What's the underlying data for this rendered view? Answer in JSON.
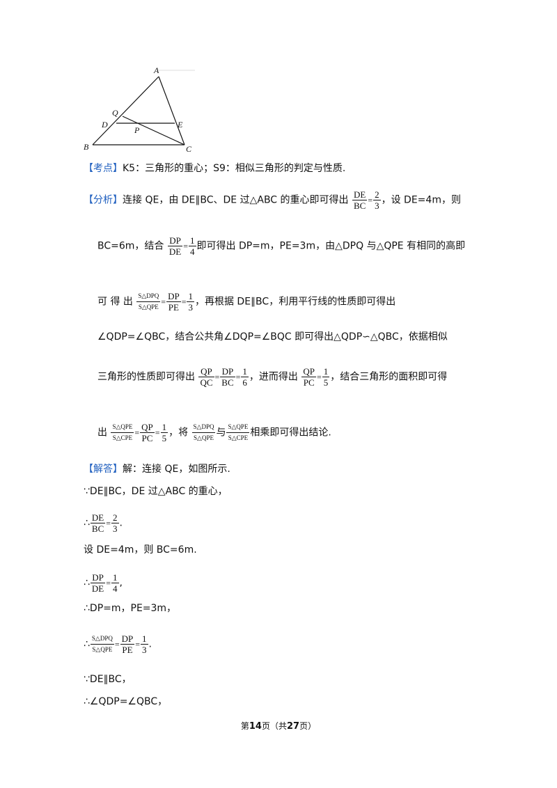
{
  "figure": {
    "labels": {
      "A": "A",
      "Q": "Q",
      "D": "D",
      "E": "E",
      "P": "P",
      "B": "B",
      "C": "C"
    }
  },
  "kaodian": {
    "tag": "【考点】",
    "text": "K5：三角形的重心；S9：相似三角形的判定与性质."
  },
  "fenxi": {
    "tag": "【分析】",
    "l1a": "连接 QE，由 DE∥BC、DE 过△ABC 的重心即可得出",
    "l1b": "，设 DE=4m，则",
    "l2a": "BC=6m，结合",
    "l2b": "即可得出 DP=m，PE=3m，由△DPQ 与△QPE 有相同的高即",
    "l3a": "可 得 出",
    "l3b": "，再根据 DE∥BC，利用平行线的性质即可得出",
    "l4": "∠QDP=∠QBC，结合公共角∠DQP=∠BQC 即可得出△QDP∽△QBC，依据相似",
    "l5a": "三角形的性质即可得出",
    "l5b": "，进而得出",
    "l5c": "，结合三角形的面积即可得",
    "l6a": "出",
    "l6b": "，将",
    "l6c": "与",
    "l6d": "相乘即可得出结论."
  },
  "jieda": {
    "tag": "【解答】",
    "s1": "解：连接 QE，如图所示.",
    "s2": "∵DE∥BC，DE 过△ABC 的重心，",
    "s3": "∴",
    "s4": "设 DE=4m，则 BC=6m.",
    "s5": "∴",
    "s6": "∴DP=m，PE=3m，",
    "s7": "∴",
    "s8": "∵DE∥BC，",
    "s9": "∴∠QDP=∠QBC，"
  },
  "fracs": {
    "de_bc": {
      "n": "DE",
      "d": "BC"
    },
    "two_three": {
      "n": "2",
      "d": "3"
    },
    "dp_de": {
      "n": "DP",
      "d": "DE"
    },
    "one_four": {
      "n": "1",
      "d": "4"
    },
    "s_dpq": "S△DPQ",
    "s_qpe": "S△QPE",
    "s_cpe": "S△CPE",
    "dp_pe": {
      "n": "DP",
      "d": "PE"
    },
    "one_three": {
      "n": "1",
      "d": "3"
    },
    "qp_qc": {
      "n": "QP",
      "d": "QC"
    },
    "dp_bc": {
      "n": "DP",
      "d": "BC"
    },
    "one_six": {
      "n": "1",
      "d": "6"
    },
    "qp_pc": {
      "n": "QP",
      "d": "PC"
    },
    "one_five": {
      "n": "1",
      "d": "5"
    },
    "eq": "=",
    "dot": ".",
    "comma": ","
  },
  "footer": {
    "pre": "第",
    "page": "14",
    "mid": "页（共",
    "total": "27",
    "post": "页）"
  }
}
